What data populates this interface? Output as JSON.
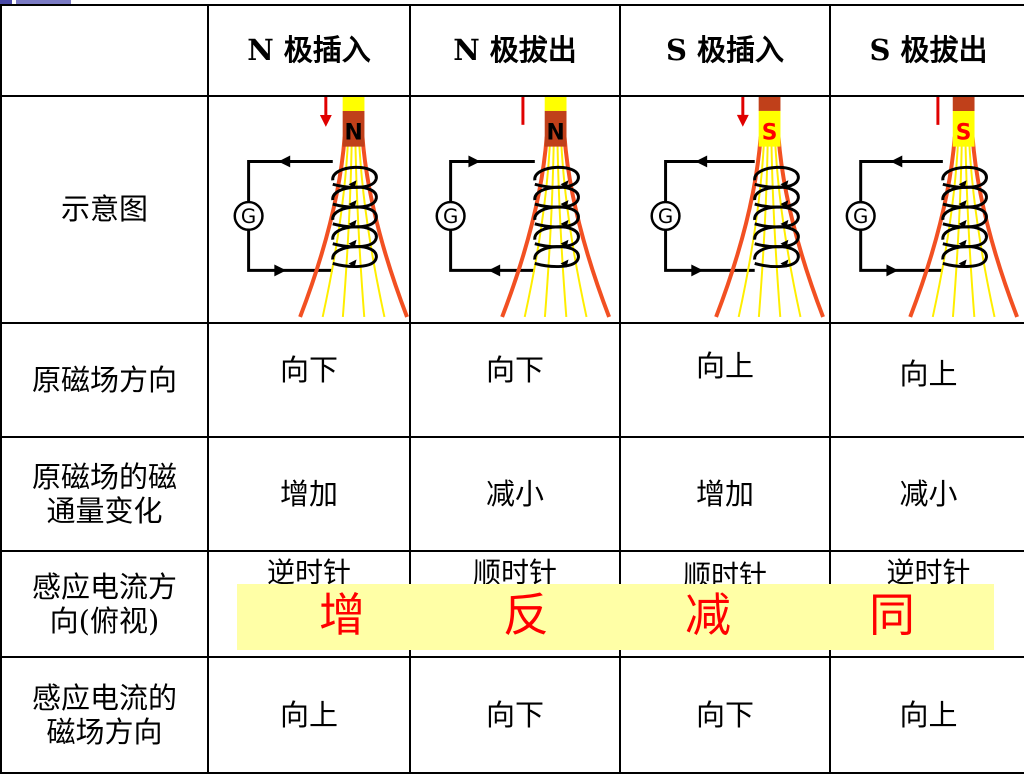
{
  "headers": {
    "corner": "",
    "col1": "N 极插入",
    "col2": "N 极拔出",
    "col3": "S 极插入",
    "col4": "S 极拔出"
  },
  "rows": {
    "diagram_label": "示意图",
    "field_dir_label": "原磁场方向",
    "flux_change_label_l1": "原磁场的磁",
    "flux_change_label_l2": "通量变化",
    "current_dir_label_l1": "感应电流方",
    "current_dir_label_l2": "向(俯视)",
    "induced_field_label_l1": "感应电流的",
    "induced_field_label_l2": "磁场方向"
  },
  "values": {
    "field_dir": [
      "向下",
      "向下",
      "向上",
      "向上"
    ],
    "flux_change": [
      "增加",
      "减小",
      "增加",
      "减小"
    ],
    "current_dir": [
      "逆时针",
      "顺时针",
      "顺时针",
      "逆时针"
    ],
    "induced_field": [
      "向上",
      "向下",
      "向下",
      "向上"
    ]
  },
  "diagram": {
    "galvanometer_symbol": "G",
    "magnet_pole": [
      "N",
      "N",
      "S",
      "S"
    ],
    "colors": {
      "magnet_dark": "#c0401a",
      "magnet_light": "#ffff00",
      "field_line_orange": "#f25022",
      "field_line_yellow": "#ffee00",
      "arrow_red": "#e00000",
      "pole_letter_N": "#000000",
      "pole_letter_S": "#ff0000"
    }
  },
  "banner": {
    "chars": [
      "增",
      "反",
      "减",
      "同"
    ],
    "bg_color": "#ffffa6",
    "text_color": "#ff0000"
  }
}
